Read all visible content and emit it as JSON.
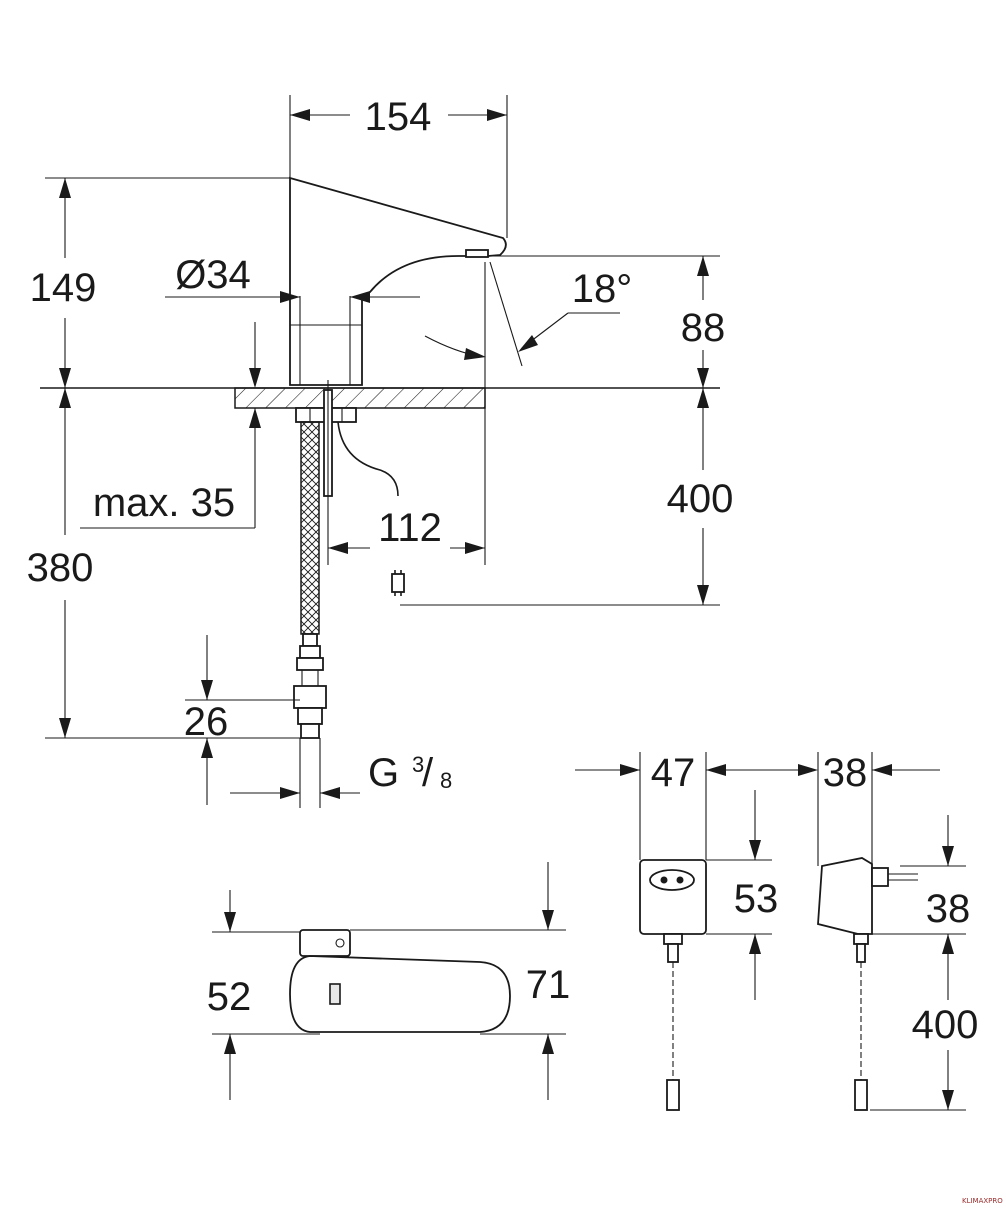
{
  "dimensions": {
    "faucet_length": "154",
    "faucet_height": "149",
    "diameter": "Ø34",
    "spout_angle": "18°",
    "spout_height": "88",
    "max_deck": "max. 35",
    "below_deck_total": "380",
    "cable_length_top": "400",
    "cable_offset": "112",
    "connector_height": "26",
    "thread_prefix": "G",
    "thread_num": "3",
    "thread_den": "8",
    "adapter_front_width": "47",
    "adapter_side_width": "38",
    "adapter_front_height": "53",
    "adapter_side_height": "38",
    "adapter_cable_length": "400",
    "top_view_height_left": "52",
    "top_view_height_right": "71"
  },
  "watermark": "KLIMAXPRO"
}
